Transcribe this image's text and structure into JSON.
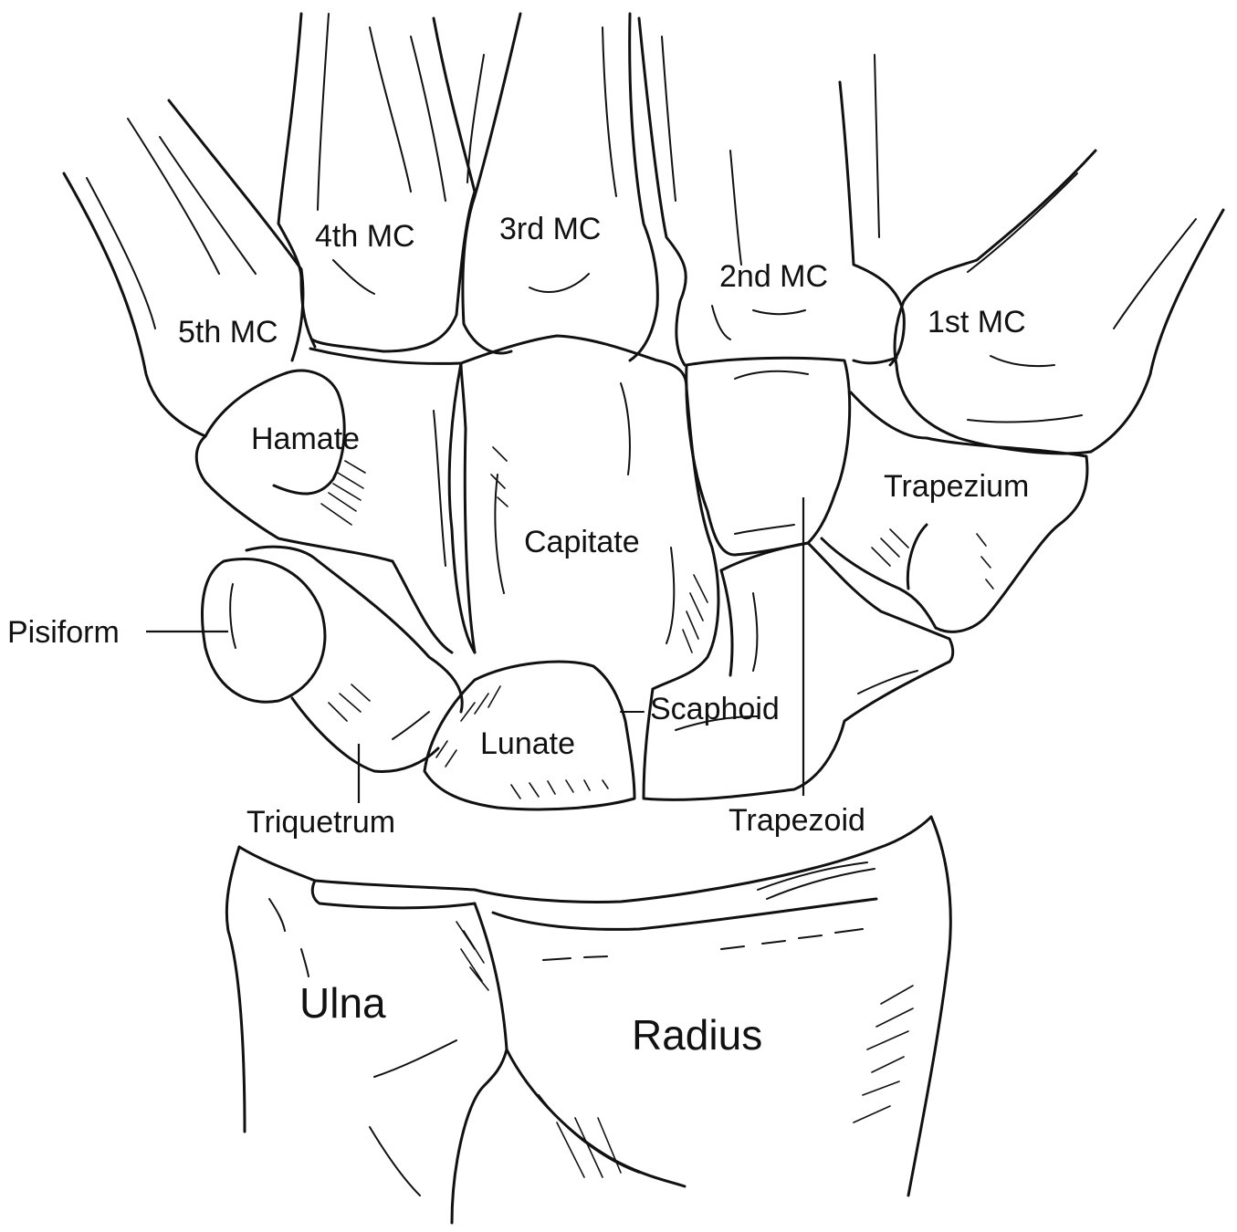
{
  "labels": {
    "mc5": "5th MC",
    "mc4": "4th MC",
    "mc3": "3rd MC",
    "mc2": "2nd MC",
    "mc1": "1st MC",
    "hamate": "Hamate",
    "capitate": "Capitate",
    "trapezium": "Trapezium",
    "pisiform": "Pisiform",
    "lunate": "Lunate",
    "scaphoid": "Scaphoid",
    "triquetrum": "Triquetrum",
    "trapezoid": "Trapezoid",
    "ulna": "Ulna",
    "radius": "Radius"
  },
  "colors": {
    "line": "#111111",
    "background": "#ffffff"
  }
}
